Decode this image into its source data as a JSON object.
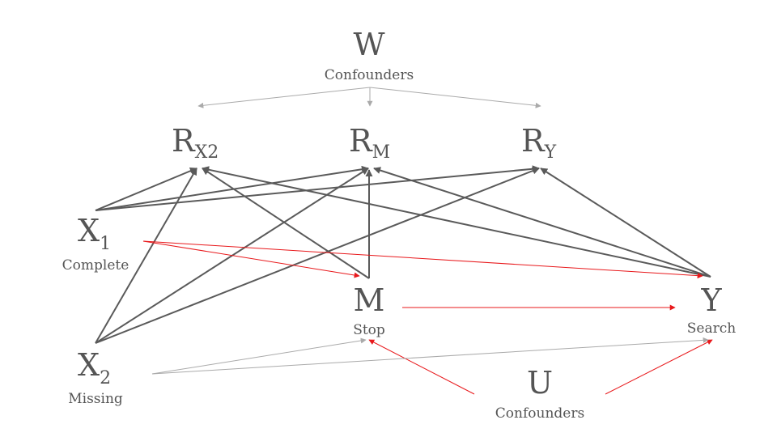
{
  "nodes": {
    "W": {
      "label": "W",
      "caption": "Confounders"
    },
    "RX2": {
      "label": "R",
      "sub": "X2"
    },
    "RM": {
      "label": "R",
      "sub": "M"
    },
    "RY": {
      "label": "R",
      "sub": "Y"
    },
    "X1": {
      "label": "X",
      "sub": "1",
      "caption": "Complete"
    },
    "M": {
      "label": "M",
      "caption": "Stop"
    },
    "Y": {
      "label": "Y",
      "caption": "Search"
    },
    "X2": {
      "label": "X",
      "sub": "2",
      "caption": "Missing"
    },
    "U": {
      "label": "U",
      "caption": "Confounders"
    }
  },
  "colors": {
    "dark_edge": "#5a5a5a",
    "light_edge": "#aaaaaa",
    "causal_edge": "#e8181b",
    "text": "#555555"
  },
  "edges": [
    {
      "from": "W",
      "to": "RX2",
      "style": "light"
    },
    {
      "from": "W",
      "to": "RM",
      "style": "light"
    },
    {
      "from": "W",
      "to": "RY",
      "style": "light"
    },
    {
      "from": "X1",
      "to": "RX2",
      "style": "dark"
    },
    {
      "from": "X1",
      "to": "RM",
      "style": "dark"
    },
    {
      "from": "X1",
      "to": "RY",
      "style": "dark"
    },
    {
      "from": "X2",
      "to": "RX2",
      "style": "dark"
    },
    {
      "from": "X2",
      "to": "RM",
      "style": "dark"
    },
    {
      "from": "X2",
      "to": "RY",
      "style": "dark"
    },
    {
      "from": "M",
      "to": "RX2",
      "style": "dark"
    },
    {
      "from": "M",
      "to": "RM",
      "style": "dark"
    },
    {
      "from": "Y",
      "to": "RX2",
      "style": "dark"
    },
    {
      "from": "Y",
      "to": "RM",
      "style": "dark"
    },
    {
      "from": "Y",
      "to": "RY",
      "style": "dark"
    },
    {
      "from": "X1",
      "to": "M",
      "style": "causal"
    },
    {
      "from": "X1",
      "to": "Y",
      "style": "causal"
    },
    {
      "from": "M",
      "to": "Y",
      "style": "causal"
    },
    {
      "from": "U",
      "to": "M",
      "style": "causal"
    },
    {
      "from": "U",
      "to": "Y",
      "style": "causal"
    },
    {
      "from": "X2",
      "to": "M",
      "style": "light"
    },
    {
      "from": "X2",
      "to": "Y",
      "style": "light"
    }
  ]
}
